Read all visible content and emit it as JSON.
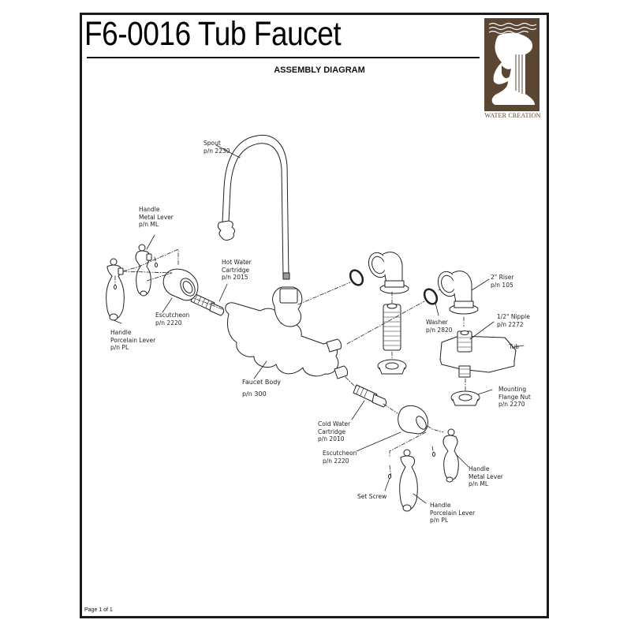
{
  "document": {
    "title": "F6-0016 Tub Faucet",
    "subtitle": "ASSEMBLY DIAGRAM",
    "brand": "WATER CREATION",
    "footer": "Page 1 of 1"
  },
  "colors": {
    "frame": "#1a1a1a",
    "logo_bg": "#5a4632",
    "logo_fg": "#ffffff",
    "line": "#222222"
  },
  "parts": [
    {
      "id": "spout",
      "name": "Spout",
      "pn": "p/n 2230"
    },
    {
      "id": "handle-metal-left",
      "name": "Handle\nMetal Lever",
      "pn": "p/n ML"
    },
    {
      "id": "hot-cartridge",
      "name": "Hot Water\nCartridge",
      "pn": "p/n 2015"
    },
    {
      "id": "escutcheon-left",
      "name": "Escutcheon",
      "pn": "p/n 2220"
    },
    {
      "id": "handle-porcelain-left",
      "name": "Handle\nPorcelain Lever",
      "pn": "p/n PL"
    },
    {
      "id": "faucet-body",
      "name": "Faucet Body",
      "pn": "p/n 300"
    },
    {
      "id": "riser",
      "name": "2\" Riser",
      "pn": "p/n 105"
    },
    {
      "id": "washer",
      "name": "Washer",
      "pn": "p/n 2820"
    },
    {
      "id": "nipple",
      "name": "1/2\" Nipple",
      "pn": "p/n 2272"
    },
    {
      "id": "tub",
      "name": "Tub",
      "pn": ""
    },
    {
      "id": "flange-nut",
      "name": "Mounting\nFlange Nut",
      "pn": "p/n 2270"
    },
    {
      "id": "cold-cartridge",
      "name": "Cold Water\nCartridge",
      "pn": "p/n 2010"
    },
    {
      "id": "escutcheon-right",
      "name": "Escutcheon",
      "pn": "p/n 2220"
    },
    {
      "id": "handle-metal-right",
      "name": "Handle\nMetal Lever",
      "pn": "p/n ML"
    },
    {
      "id": "set-screw",
      "name": "Set Screw",
      "pn": ""
    },
    {
      "id": "handle-porcelain-right",
      "name": "Handle\nPorcelain Lever",
      "pn": "p/n PL"
    }
  ],
  "labels": {
    "spout": "Spout\np/n 2230",
    "handle_metal_left": "Handle\nMetal Lever\np/n ML",
    "hot_cartridge": "Hot Water\nCartridge\np/n 2015",
    "escutcheon_left": "Escutcheon\np/n 2220",
    "handle_porcelain_left": "Handle\nPorcelain Lever\np/n PL",
    "faucet_body": "Faucet Body\n\np/n 300",
    "riser": "2\" Riser\np/n 105",
    "washer": "Washer\np/n 2820",
    "nipple": "1/2\" Nipple\np/n 2272",
    "tub": "Tub",
    "flange_nut": "Mounting\nFlange Nut\np/n 2270",
    "cold_cartridge": "Cold Water\nCartridge\np/n 2010",
    "escutcheon_right": "Escutcheon\np/n 2220",
    "handle_metal_right": "Handle\nMetal Lever\np/n ML",
    "set_screw": "Set Screw",
    "handle_porcelain_right": "Handle\nPorcelain Lever\np/n PL"
  }
}
